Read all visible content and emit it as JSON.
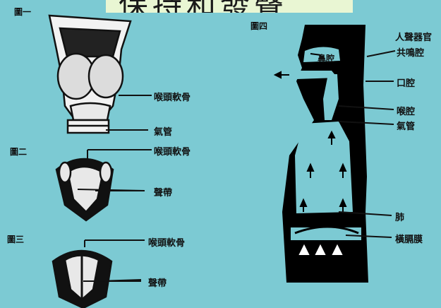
{
  "title": "保持和發聲",
  "figures": {
    "fig1": {
      "label": "圖一",
      "labels": [
        "喉頭軟骨",
        "氣管"
      ]
    },
    "fig2": {
      "label": "圖二",
      "labels": [
        "喉頭軟骨",
        "聲帶"
      ]
    },
    "fig3": {
      "label": "圖三",
      "labels": [
        "喉頭軟骨",
        "聲帶"
      ]
    },
    "fig4": {
      "label": "圖四",
      "labels": [
        "人聲器官",
        "共鳴腔",
        "鼻腔",
        "口腔",
        "喉腔",
        "氣管",
        "肺",
        "橫膈膜"
      ]
    }
  },
  "colors": {
    "background": "#7ccad3",
    "ink": "#111111",
    "title_band": "#e9f6d3"
  }
}
